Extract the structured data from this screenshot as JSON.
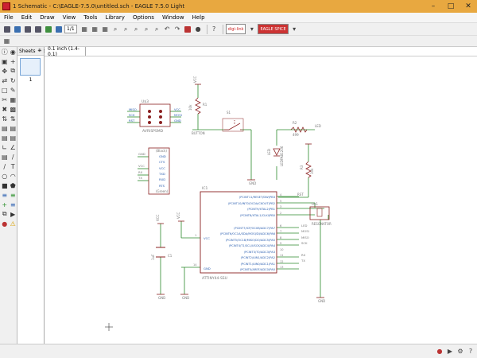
{
  "window": {
    "title": "1 Schematic - C:\\EAGLE-7.5.0\\untitled.sch - EAGLE 7.5.0 Light"
  },
  "menu": [
    "File",
    "Edit",
    "Draw",
    "View",
    "Tools",
    "Library",
    "Options",
    "Window",
    "Help"
  ],
  "toolbar": {
    "grid_select": "1/1",
    "logo1": "digi-link",
    "logo2": "EAGLE SPICE"
  },
  "sheets": {
    "header": "Sheets",
    "item": "1"
  },
  "cmdline": {
    "grid_label": "0.1 inch (1.4-0.1)",
    "value": ""
  },
  "schematic": {
    "isp": {
      "name": "U$3",
      "value": "AVRISPSMD",
      "pins_left": [
        "MISO",
        "SCK",
        "RST"
      ],
      "pins_right": [
        "VCC",
        "MOSI",
        "GND"
      ]
    },
    "switch": {
      "name": "S1",
      "net": "BUTTON"
    },
    "r1": {
      "name": "R1",
      "value": "10k"
    },
    "r2": {
      "name": "R2",
      "value": "499"
    },
    "r3": {
      "name": "R3",
      "value": "10k"
    },
    "led": {
      "name": "LED",
      "value": "LEDFAB1206"
    },
    "ftdi": {
      "name": "U$2",
      "top": "(Black)",
      "bottom": "(Green)",
      "pins": [
        "GND",
        "CTS",
        "VCC",
        "TXD",
        "RXD",
        "RTS"
      ]
    },
    "ic": {
      "name": "IC1",
      "value": "ATTINY44-SSU",
      "pins_right_top": [
        "(PCINT11/RESET/DW)PB3",
        "(PCINT10/INT0/OC0A/CKOUT)PB2",
        "(PCINT9/XTAL2)PB1",
        "(PCINT8/XTAL1/CLKI)PB0"
      ],
      "pins_right_bottom": [
        "(PCINT7/ICP/OC0B/ADC7)PA7",
        "(PCINT6/OC1A/SDA/MOSI/DI/ADC6)PA6",
        "(PCINT5/OC1B/MISO/DO/ADC5)PA5",
        "(PCINT4/T1/SCL/USCK/ADC4)PA4",
        "(PCINT3/T0/ADC3)PA3",
        "(PCINT2/AIN1/ADC2)PA2",
        "(PCINT1/AIN0/ADC1)PA1",
        "(PCINT0/AREF/ADC0)PA0"
      ],
      "vcc": "VCC",
      "gnd": "GND",
      "pin_numbers": [
        "4",
        "5",
        "3",
        "2",
        "6",
        "7",
        "8",
        "9",
        "10",
        "11",
        "12",
        "13",
        "1",
        "14"
      ]
    },
    "cap": {
      "name": "C1",
      "value": "1uF"
    },
    "resonator": {
      "name": "U$1",
      "value": "RESONATOR"
    },
    "net_labels": {
      "vcc": "VCC",
      "gnd": "GND",
      "button": "BUTTON",
      "led": "LED",
      "rst": "RST",
      "mosi": "MOSI",
      "miso": "MISO",
      "sck": "SCK",
      "rx": "RX",
      "tx": "TX"
    }
  },
  "icons": {
    "toolbar": [
      "open-icon",
      "save-icon",
      "print-icon",
      "cam-icon",
      "board-icon",
      "layer-icon",
      "grid-icon",
      "zoom-fit-icon",
      "zoom-in-icon",
      "zoom-out-icon",
      "undo-icon",
      "redo-icon",
      "stop-icon",
      "go-icon",
      "help-icon"
    ],
    "left": [
      "info-icon",
      "show-icon",
      "display-icon",
      "mark-icon",
      "move-icon",
      "copy-icon",
      "mirror-icon",
      "rotate-icon",
      "group-icon",
      "cut-icon",
      "paste-icon",
      "delete-icon",
      "add-icon",
      "pinswap-icon",
      "gateswap-icon",
      "replace-icon",
      "name-icon",
      "value-icon",
      "smash-icon",
      "miter-icon",
      "split-icon",
      "invoke-icon",
      "wire-icon",
      "text-icon",
      "circle-icon",
      "arc-icon",
      "rect-icon",
      "polygon-icon",
      "bus-icon",
      "net-icon",
      "junction-icon",
      "label-icon",
      "attribute-icon",
      "dimension-icon",
      "erc-icon",
      "errors-icon"
    ]
  },
  "status": {
    "text": ""
  }
}
